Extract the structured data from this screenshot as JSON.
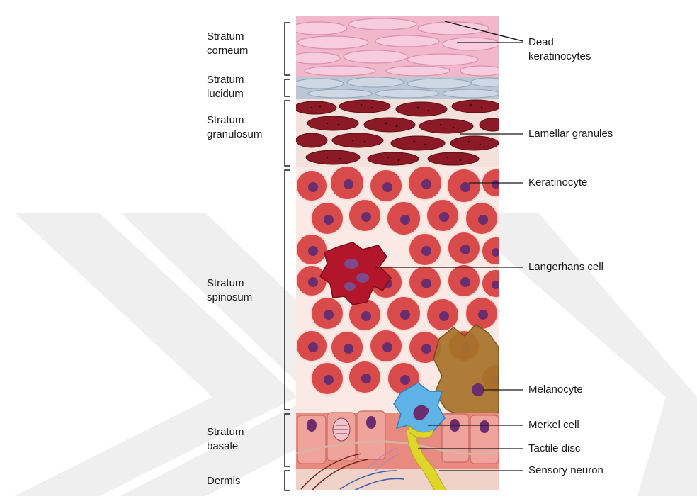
{
  "layers": {
    "corneum_line1": "Stratum",
    "corneum_line2": "corneum",
    "lucidum_line1": "Stratum",
    "lucidum_line2": "lucidum",
    "granulosum_line1": "Stratum",
    "granulosum_line2": "granulosum",
    "spinosum_line1": "Stratum",
    "spinosum_line2": "spinosum",
    "basale_line1": "Stratum",
    "basale_line2": "basale",
    "dermis": "Dermis"
  },
  "callouts": {
    "dead_line1": "Dead",
    "dead_line2": "keratinocytes",
    "lamellar": "Lamellar granules",
    "keratinocyte": "Keratinocyte",
    "langerhans": "Langerhans cell",
    "melanocyte": "Melanocyte",
    "merkel": "Merkel cell",
    "tactile": "Tactile disc",
    "sensory": "Sensory neuron"
  },
  "colors": {
    "corneum": "#f1b8cc",
    "lucidum": "#b9c7d6",
    "granulosum": "#8c1a26",
    "spinosum_cell": "#d94b4b",
    "nucleus": "#6a2d6e",
    "langerhans": "#b3162a",
    "melanocyte": "#a8732a",
    "merkel": "#5fb3e6",
    "tactile": "#e0d62a",
    "basale": "#e88a80",
    "dermis": "#f1d2c9",
    "watermark": "#ededed"
  }
}
